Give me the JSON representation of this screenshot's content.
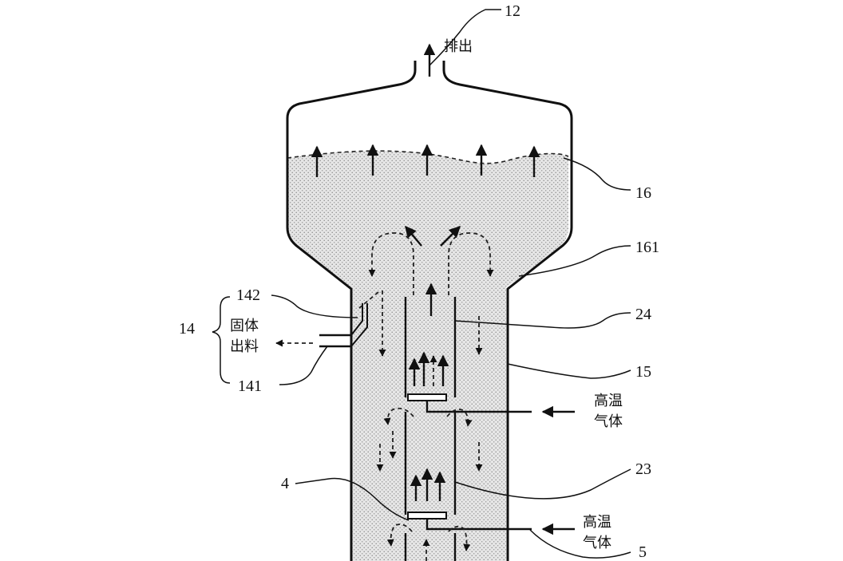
{
  "labels": {
    "n12": "12",
    "n16": "16",
    "n161": "161",
    "n24": "24",
    "n15": "15",
    "n14": "14",
    "n142": "142",
    "n141": "141",
    "n23": "23",
    "n4": "4",
    "n5": "5"
  },
  "text": {
    "exhaust": "排出",
    "solid_out_line1": "固体",
    "solid_out_line2": "出料",
    "hot_gas_1_line1": "高温",
    "hot_gas_1_line2": "气体",
    "hot_gas_2_line1": "高温",
    "hot_gas_2_line2": "气体"
  },
  "colors": {
    "outline": "#111111",
    "bed_fill": "#d9d9d9",
    "background": "#ffffff"
  }
}
